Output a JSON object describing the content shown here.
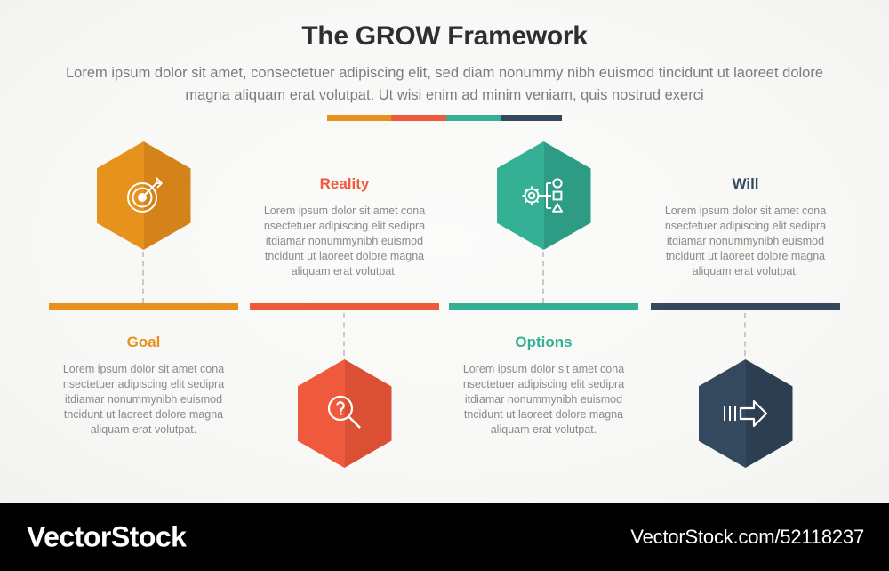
{
  "header": {
    "title": "The GROW Framework",
    "subtitle": "Lorem ipsum dolor sit amet, consectetuer adipiscing elit, sed diam nonummy nibh euismod tincidunt ut laoreet dolore magna aliquam erat volutpat. Ut wisi enim ad minim veniam, quis nostrud exerci"
  },
  "colors": {
    "orange": "#E8921E",
    "orange_dark": "#D4821A",
    "red": "#F05A3C",
    "red_dark": "#DB5034",
    "teal": "#35B095",
    "teal_dark": "#2E9B84",
    "navy": "#34495E",
    "navy_dark": "#2C3E50",
    "body_text": "#8a8a8a",
    "title_text": "#2f2f2f",
    "dash": "#c9c9c7"
  },
  "accent_bar": [
    {
      "color": "#E8921E"
    },
    {
      "color": "#F05A3C"
    },
    {
      "color": "#35B095"
    },
    {
      "color": "#34495E"
    }
  ],
  "columns": [
    {
      "key": "goal",
      "title": "Goal",
      "title_color": "#E8921E",
      "bar_color": "#E8921E",
      "hex_color": "#E8921E",
      "hex_color_dark": "#D4821A",
      "hex_position": "top",
      "text_position": "bottom",
      "icon": "target-icon",
      "description": "Lorem ipsum dolor sit amet cona nsectetuer adipiscing elit sedipra itdiamar nonummynibh euismod tncidunt ut laoreet dolore magna aliquam erat volutpat."
    },
    {
      "key": "reality",
      "title": "Reality",
      "title_color": "#F05A3C",
      "bar_color": "#F05A3C",
      "hex_color": "#F05A3C",
      "hex_color_dark": "#DB5034",
      "hex_position": "bottom",
      "text_position": "top",
      "icon": "magnifier-question-icon",
      "description": "Lorem ipsum dolor sit amet cona nsectetuer adipiscing elit sedipra itdiamar nonummynibh euismod tncidunt ut laoreet dolore magna aliquam erat volutpat."
    },
    {
      "key": "options",
      "title": "Options",
      "title_color": "#35B095",
      "bar_color": "#35B095",
      "hex_color": "#35B095",
      "hex_color_dark": "#2E9B84",
      "hex_position": "top",
      "text_position": "bottom",
      "icon": "gear-options-icon",
      "description": "Lorem ipsum dolor sit amet cona nsectetuer adipiscing elit sedipra itdiamar nonummynibh euismod tncidunt ut laoreet dolore magna aliquam erat volutpat."
    },
    {
      "key": "will",
      "title": "Will",
      "title_color": "#34495E",
      "bar_color": "#34495E",
      "hex_color": "#34495E",
      "hex_color_dark": "#2C3E50",
      "hex_position": "bottom",
      "text_position": "top",
      "icon": "arrow-forward-icon",
      "description": "Lorem ipsum dolor sit amet cona nsectetuer adipiscing elit sedipra itdiamar nonummynibh euismod tncidunt ut laoreet dolore magna aliquam erat volutpat."
    }
  ],
  "footer": {
    "brand": "VectorStock",
    "url": "VectorStock.com/52118237"
  }
}
